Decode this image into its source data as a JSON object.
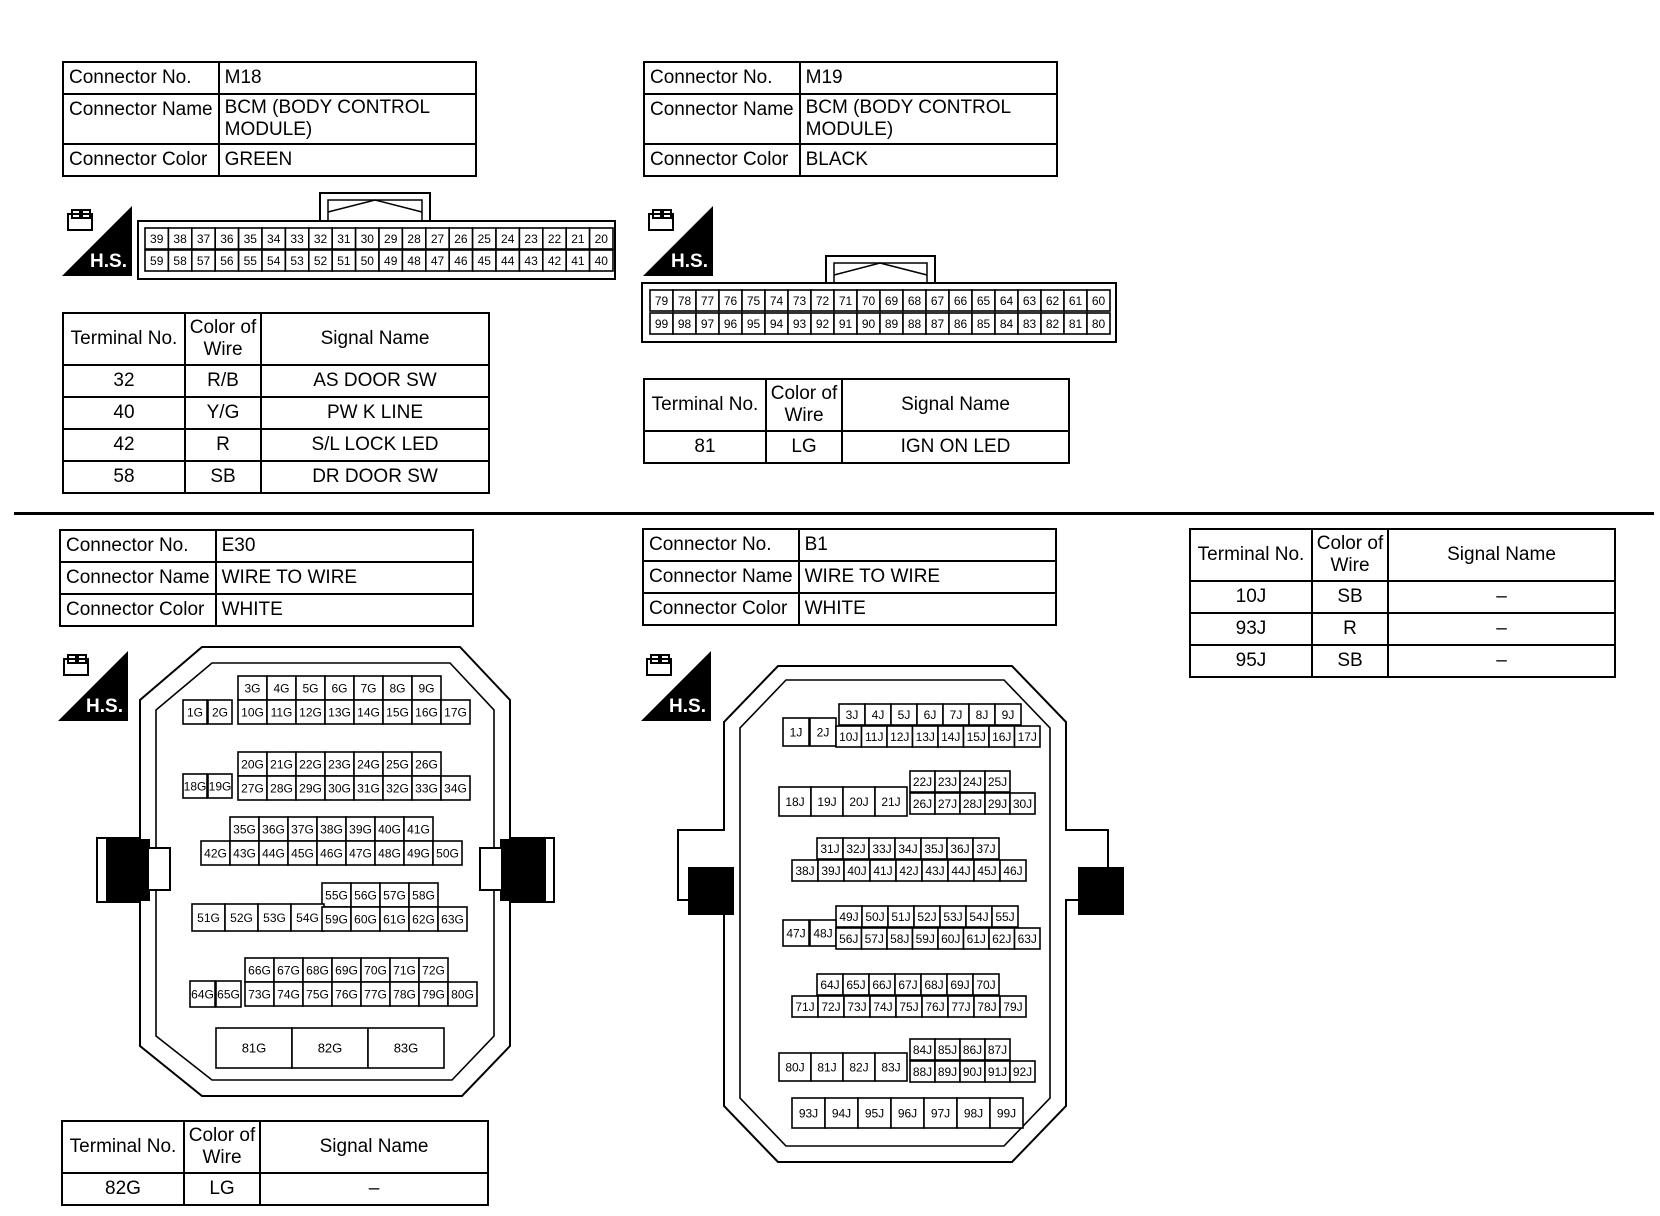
{
  "connectors": [
    {
      "id": "m18",
      "no_label": "Connector No.",
      "no": "M18",
      "name_label": "Connector Name",
      "name": "BCM (BODY CONTROL MODULE)",
      "color_label": "Connector Color",
      "color": "GREEN",
      "table_headers": [
        "Terminal No.",
        "Color of Wire",
        "Signal Name"
      ],
      "rows": [
        [
          "32",
          "R/B",
          "AS DOOR SW"
        ],
        [
          "40",
          "Y/G",
          "PW K LINE"
        ],
        [
          "42",
          "R",
          "S/L LOCK LED"
        ],
        [
          "58",
          "SB",
          "DR DOOR SW"
        ]
      ]
    },
    {
      "id": "m19",
      "no_label": "Connector No.",
      "no": "M19",
      "name_label": "Connector Name",
      "name": "BCM (BODY CONTROL MODULE)",
      "color_label": "Connector Color",
      "color": "BLACK",
      "table_headers": [
        "Terminal No.",
        "Color of Wire",
        "Signal Name"
      ],
      "rows": [
        [
          "81",
          "LG",
          "IGN ON LED"
        ]
      ]
    },
    {
      "id": "e30",
      "no_label": "Connector No.",
      "no": "E30",
      "name_label": "Connector Name",
      "name": "WIRE TO WIRE",
      "color_label": "Connector Color",
      "color": "WHITE",
      "table_headers": [
        "Terminal No.",
        "Color of Wire",
        "Signal Name"
      ],
      "rows": [
        [
          "82G",
          "LG",
          "–"
        ]
      ]
    },
    {
      "id": "b1",
      "no_label": "Connector No.",
      "no": "B1",
      "name_label": "Connector Name",
      "name": "WIRE TO WIRE",
      "color_label": "Connector Color",
      "color": "WHITE",
      "table_headers": [
        "Terminal No.",
        "Color of Wire",
        "Signal Name"
      ],
      "rows": [
        [
          "10J",
          "SB",
          "–"
        ],
        [
          "93J",
          "R",
          "–"
        ],
        [
          "95J",
          "SB",
          "–"
        ]
      ]
    }
  ],
  "hs_label": "H.S.",
  "pins": {
    "m18_top": [
      "39",
      "38",
      "37",
      "36",
      "35",
      "34",
      "33",
      "32",
      "31",
      "30",
      "29",
      "28",
      "27",
      "26",
      "25",
      "24",
      "23",
      "22",
      "21",
      "20"
    ],
    "m18_bottom": [
      "59",
      "58",
      "57",
      "56",
      "55",
      "54",
      "53",
      "52",
      "51",
      "50",
      "49",
      "48",
      "47",
      "46",
      "45",
      "44",
      "43",
      "42",
      "41",
      "40"
    ],
    "m19_top": [
      "79",
      "78",
      "77",
      "76",
      "75",
      "74",
      "73",
      "72",
      "71",
      "70",
      "69",
      "68",
      "67",
      "66",
      "65",
      "64",
      "63",
      "62",
      "61",
      "60"
    ],
    "m19_bottom": [
      "99",
      "98",
      "97",
      "96",
      "95",
      "94",
      "93",
      "92",
      "91",
      "90",
      "89",
      "88",
      "87",
      "86",
      "85",
      "84",
      "83",
      "82",
      "81",
      "80"
    ],
    "e30": [
      [
        "3G",
        "4G",
        "5G",
        "6G",
        "7G",
        "8G",
        "9G"
      ],
      [
        "1G",
        "2G"
      ],
      [
        "10G",
        "11G",
        "12G",
        "13G",
        "14G",
        "15G",
        "16G",
        "17G"
      ],
      [
        "20G",
        "21G",
        "22G",
        "23G",
        "24G",
        "25G",
        "26G"
      ],
      [
        "18G",
        "19G"
      ],
      [
        "27G",
        "28G",
        "29G",
        "30G",
        "31G",
        "32G",
        "33G",
        "34G"
      ],
      [
        "35G",
        "36G",
        "37G",
        "38G",
        "39G",
        "40G",
        "41G"
      ],
      [
        "42G",
        "43G",
        "44G",
        "45G",
        "46G",
        "47G",
        "48G",
        "49G",
        "50G"
      ],
      [
        "55G",
        "56G",
        "57G",
        "58G"
      ],
      [
        "51G",
        "52G",
        "53G",
        "54G"
      ],
      [
        "59G",
        "60G",
        "61G",
        "62G",
        "63G"
      ],
      [
        "66G",
        "67G",
        "68G",
        "69G",
        "70G",
        "71G",
        "72G"
      ],
      [
        "64G",
        "65G"
      ],
      [
        "73G",
        "74G",
        "75G",
        "76G",
        "77G",
        "78G",
        "79G",
        "80G"
      ],
      [
        "81G",
        "82G",
        "83G"
      ]
    ],
    "b1": [
      [
        "3J",
        "4J",
        "5J",
        "6J",
        "7J",
        "8J",
        "9J"
      ],
      [
        "1J",
        "2J"
      ],
      [
        "10J",
        "11J",
        "12J",
        "13J",
        "14J",
        "15J",
        "16J",
        "17J"
      ],
      [
        "22J",
        "23J",
        "24J",
        "25J"
      ],
      [
        "18J",
        "19J",
        "20J",
        "21J"
      ],
      [
        "26J",
        "27J",
        "28J",
        "29J",
        "30J"
      ],
      [
        "31J",
        "32J",
        "33J",
        "34J",
        "35J",
        "36J",
        "37J"
      ],
      [
        "38J",
        "39J",
        "40J",
        "41J",
        "42J",
        "43J",
        "44J",
        "45J",
        "46J"
      ],
      [
        "49J",
        "50J",
        "51J",
        "52J",
        "53J",
        "54J",
        "55J"
      ],
      [
        "47J",
        "48J"
      ],
      [
        "56J",
        "57J",
        "58J",
        "59J",
        "60J",
        "61J",
        "62J",
        "63J"
      ],
      [
        "64J",
        "65J",
        "66J",
        "67J",
        "68J",
        "69J",
        "70J"
      ],
      [
        "71J",
        "72J",
        "73J",
        "74J",
        "75J",
        "76J",
        "77J",
        "78J",
        "79J"
      ],
      [
        "84J",
        "85J",
        "86J",
        "87J"
      ],
      [
        "80J",
        "81J",
        "82J",
        "83J"
      ],
      [
        "88J",
        "89J",
        "90J",
        "91J",
        "92J"
      ],
      [
        "93J",
        "94J",
        "95J",
        "96J",
        "97J",
        "98J",
        "99J"
      ]
    ]
  }
}
